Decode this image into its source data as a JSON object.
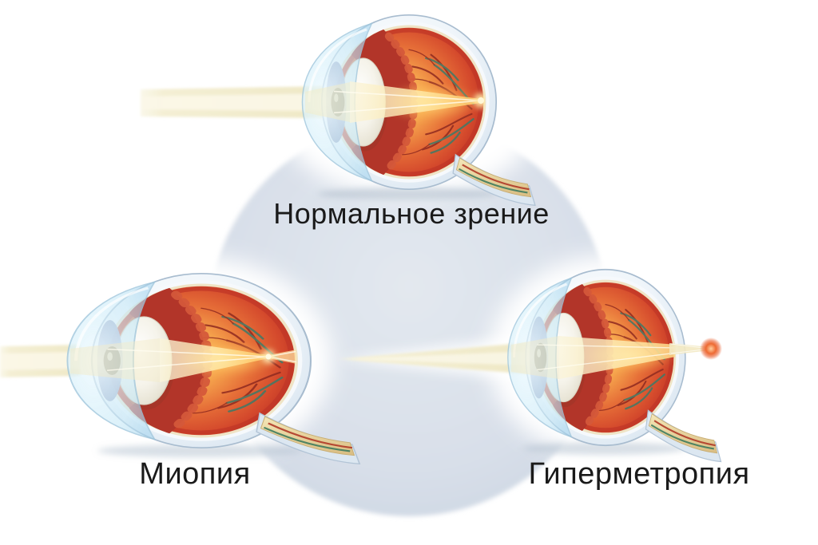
{
  "diagram": {
    "panels": [
      {
        "id": "normal-vision",
        "label": "Нормальное зрение"
      },
      {
        "id": "myopia",
        "label": "Миопия"
      },
      {
        "id": "hypermetropia",
        "label": "Гиперметропия"
      }
    ],
    "colors": {
      "background": "#ffffff",
      "backdrop_blob": "#d8dfe9",
      "light_beam": "#f3eed4",
      "beam_glow": "#ffd26b",
      "sclera": "#dde8f2",
      "retina_red": "#c0392b",
      "fundus_orange": "#e8703a",
      "lens": "#f3f1e8",
      "cornea": "#bfe4f5",
      "optic_nerve": "#e9d9a5",
      "focus_dot": "#e85c2c",
      "label_text": "#1a1a1a"
    }
  }
}
